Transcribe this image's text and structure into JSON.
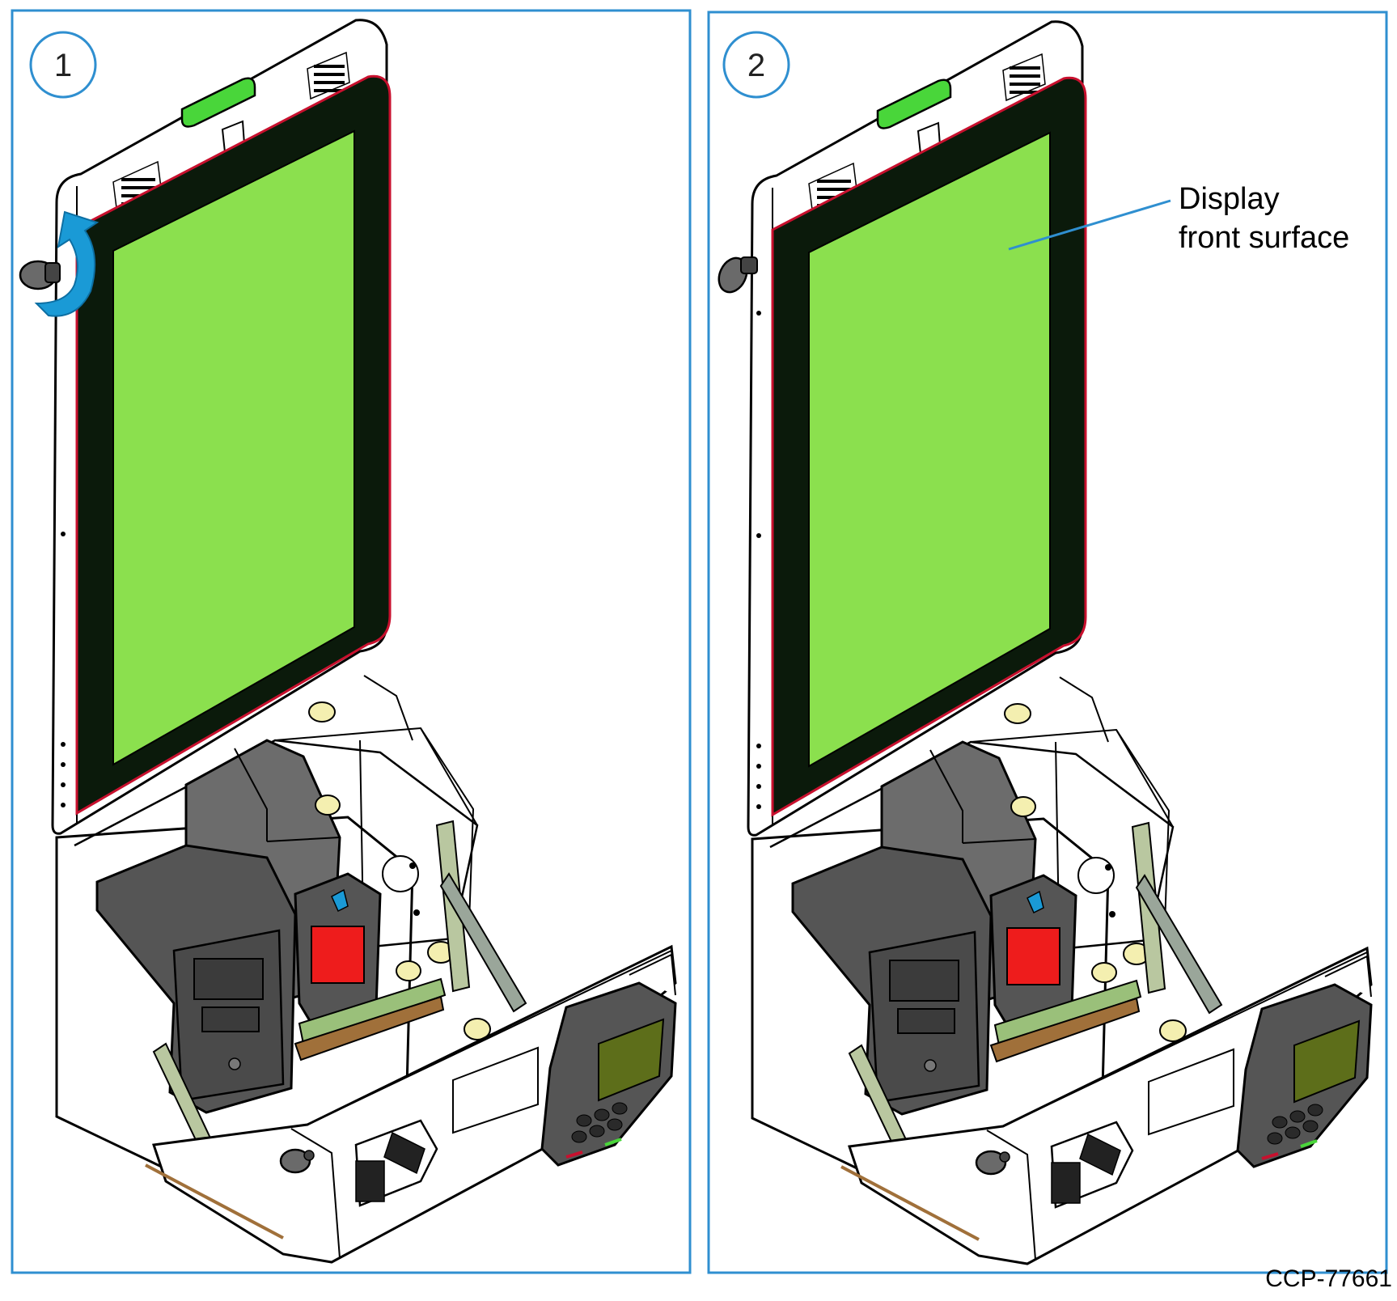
{
  "steps": [
    {
      "number": "1"
    },
    {
      "number": "2",
      "callout": {
        "line1": "Display",
        "line2": "front surface"
      }
    }
  ],
  "colors": {
    "frame": "#2f8fd0",
    "screen": "#8be04e",
    "bezel": "#0b1a0b",
    "red_trim": "#c8102e",
    "arrow": "#1a9ad6",
    "handle": "#49d63a",
    "red_reader": "#ee1c1c",
    "brass": "#a0703a",
    "yellow_roller": "#f4efb0"
  },
  "footer": {
    "doc_id": "CCP-77661"
  }
}
